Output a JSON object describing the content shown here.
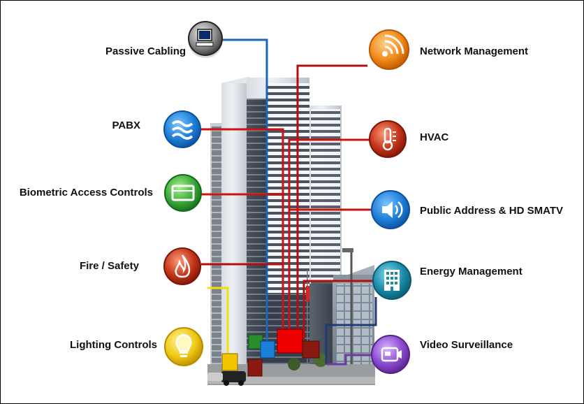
{
  "labels": {
    "passive_cabling": "Passive Cabling",
    "pabx": "PABX",
    "biometric": "Biometric Access Controls",
    "fire_safety": "Fire / Safety",
    "lighting": "Lighting Controls",
    "network_mgmt": "Network Management",
    "hvac": "HVAC",
    "public_address": "Public Address & HD SMATV",
    "energy_mgmt": "Energy Management",
    "video": "Video Surveillance"
  },
  "icons": {
    "passive_cabling": "computer-monitor-icon",
    "pabx": "waves-icon",
    "biometric": "access-card-icon",
    "fire_safety": "flame-icon",
    "lighting": "light-bulb-icon",
    "network_mgmt": "signal-broadcast-icon",
    "hvac": "thermometer-icon",
    "public_address": "speaker-icon",
    "energy_mgmt": "building-grid-icon",
    "video": "video-camera-icon"
  },
  "colors": {
    "line_red": "#cc1111",
    "line_blue": "#1a66b8",
    "line_yellow": "#f2e20a",
    "line_purple": "#6a3aa0",
    "line_darkblue": "#203a78",
    "hub_red": "#ee0000",
    "hub_blue": "#1a7fd6",
    "hub_yellow": "#f2c400",
    "hub_green": "#2a8f2a",
    "hub_maroon": "#8a1a10"
  }
}
